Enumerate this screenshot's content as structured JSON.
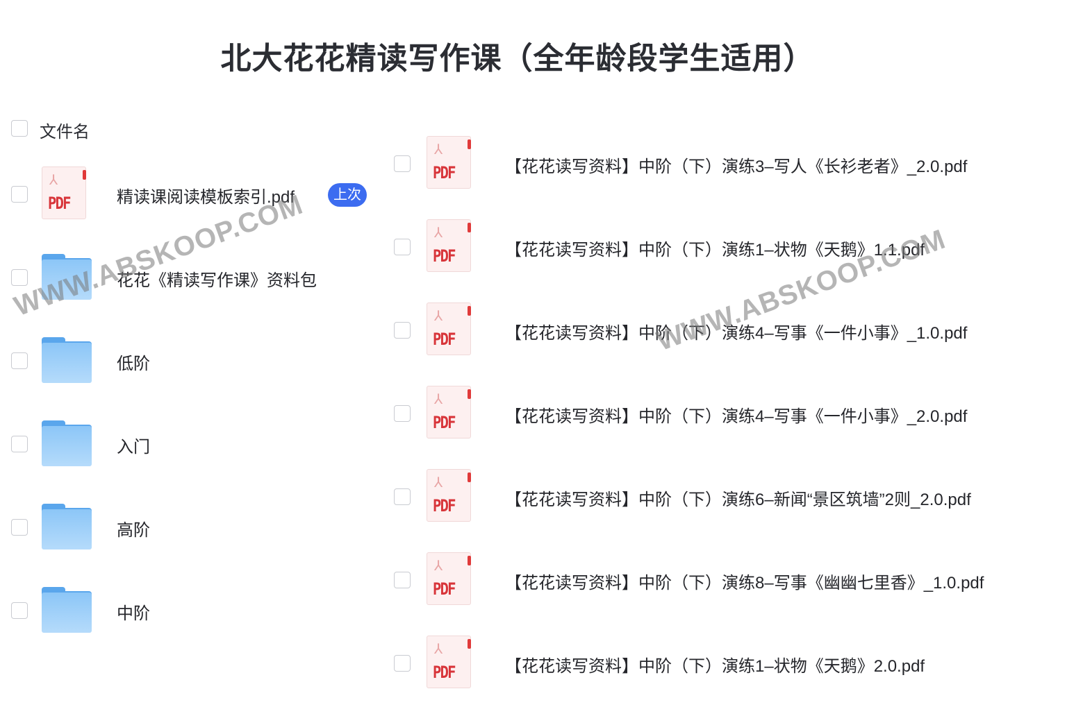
{
  "title": "北大花花精读写作课（全年龄段学生适用）",
  "header": {
    "column_label": "文件名"
  },
  "badge": {
    "label": "上次",
    "color": "#3c6cf0"
  },
  "left_items": [
    {
      "type": "pdf",
      "name": "精读课阅读模板索引.pdf",
      "icon": "pdf-file-icon"
    },
    {
      "type": "folder",
      "name": "花花《精读写作课》资料包",
      "icon": "folder-icon"
    },
    {
      "type": "folder",
      "name": "低阶",
      "icon": "folder-icon"
    },
    {
      "type": "folder",
      "name": "入门",
      "icon": "folder-icon"
    },
    {
      "type": "folder",
      "name": "高阶",
      "icon": "folder-icon"
    },
    {
      "type": "folder",
      "name": "中阶",
      "icon": "folder-icon"
    }
  ],
  "right_items": [
    {
      "type": "pdf",
      "name": "【花花读写资料】中阶（下）演练3–写人《长衫老者》_2.0.pdf"
    },
    {
      "type": "pdf",
      "name": "【花花读写资料】中阶（下）演练1–状物《天鹅》1.1.pdf"
    },
    {
      "type": "pdf",
      "name": "【花花读写资料】中阶（下）演练4–写事《一件小事》_1.0.pdf"
    },
    {
      "type": "pdf",
      "name": "【花花读写资料】中阶（下）演练4–写事《一件小事》_2.0.pdf"
    },
    {
      "type": "pdf",
      "name": "【花花读写资料】中阶（下）演练6–新闻“景区筑墙”2则_2.0.pdf"
    },
    {
      "type": "pdf",
      "name": "【花花读写资料】中阶（下）演练8–写事《幽幽七里香》_1.0.pdf"
    },
    {
      "type": "pdf",
      "name": "【花花读写资料】中阶（下）演练1–状物《天鹅》2.0.pdf"
    }
  ],
  "pdf_icon_label": "PDF",
  "watermark": "WWW.ABSKOOP.COM"
}
